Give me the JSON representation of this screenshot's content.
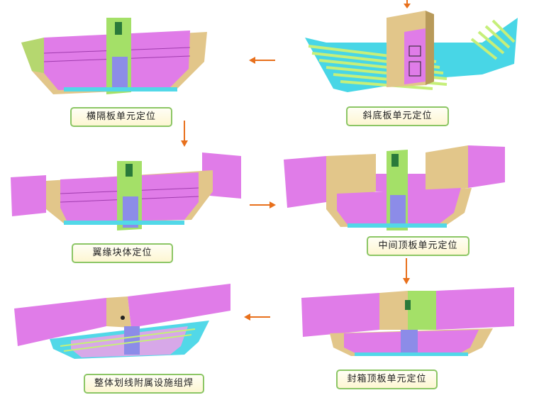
{
  "steps": [
    {
      "label": "斜底板单元定位"
    },
    {
      "label": "横隔板单元定位"
    },
    {
      "label": "翼缘块体定位"
    },
    {
      "label": "中间顶板单元定位"
    },
    {
      "label": "封箱顶板单元定位"
    },
    {
      "label": "整体划线附属设施组焊"
    }
  ],
  "colors": {
    "magenta": "#e07ce8",
    "tan": "#e2c68a",
    "green": "#a4e068",
    "cyan": "#52d8e8",
    "arrow": "#e8701c",
    "label_border": "#8cc665"
  },
  "icons": [
    "arrow-down-icon",
    "arrow-left-icon",
    "arrow-right-icon"
  ]
}
